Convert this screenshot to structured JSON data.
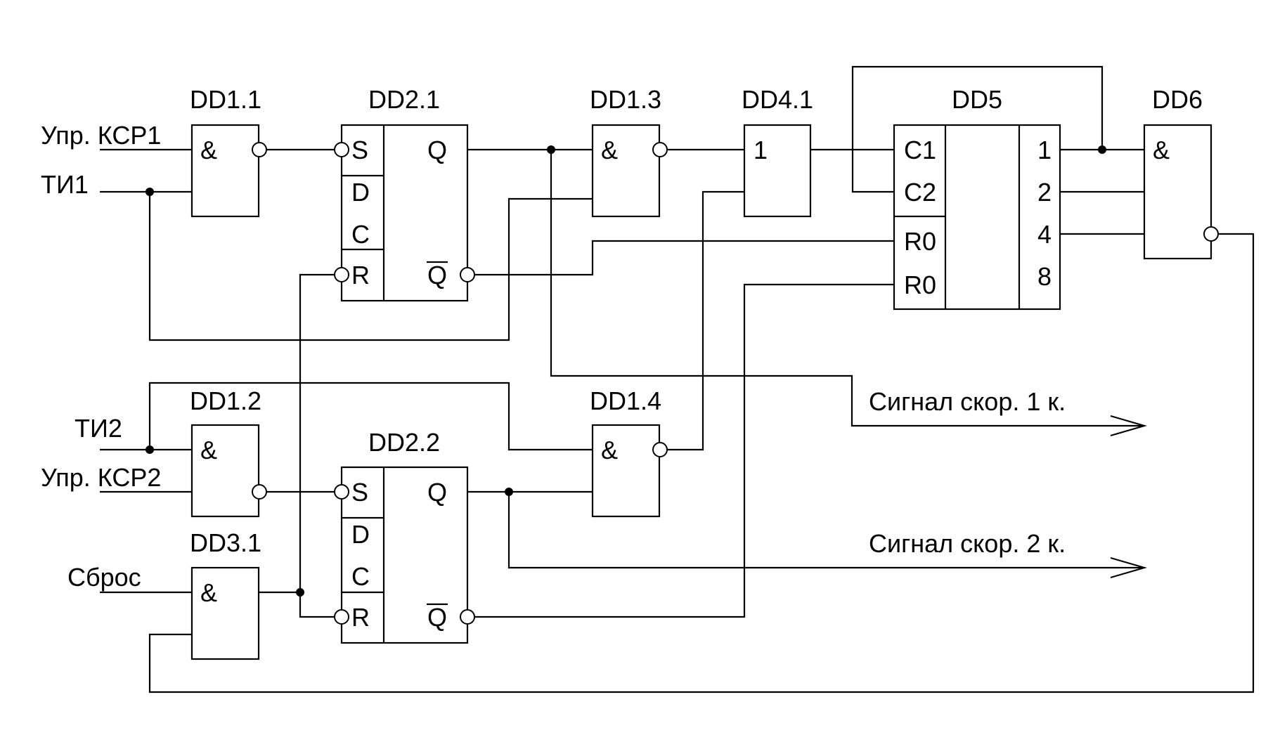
{
  "gates": {
    "dd1_1": {
      "name": "DD1.1",
      "fn": "&"
    },
    "dd1_2": {
      "name": "DD1.2",
      "fn": "&"
    },
    "dd1_3": {
      "name": "DD1.3",
      "fn": "&"
    },
    "dd1_4": {
      "name": "DD1.4",
      "fn": "&"
    },
    "dd3_1": {
      "name": "DD3.1",
      "fn": "&"
    },
    "dd4_1": {
      "name": "DD4.1",
      "fn": "1"
    },
    "dd6": {
      "name": "DD6",
      "fn": "&"
    }
  },
  "triggers": {
    "dd2_1": {
      "name": "DD2.1",
      "pins": [
        "S",
        "D",
        "C",
        "R"
      ],
      "q": "Q",
      "qbar": "Q"
    },
    "dd2_2": {
      "name": "DD2.2",
      "pins": [
        "S",
        "D",
        "C",
        "R"
      ],
      "q": "Q",
      "qbar": "Q"
    }
  },
  "counter": {
    "name": "DD5",
    "inputs": [
      "C1",
      "C2",
      "R0",
      "R0"
    ],
    "outputs": [
      "1",
      "2",
      "4",
      "8"
    ]
  },
  "inputs": {
    "upr_ksr1": "Упр. КСР1",
    "ti1": "ТИ1",
    "ti2": "ТИ2",
    "upr_ksr2": "Упр. КСР2",
    "reset": "Сброс"
  },
  "outputs": {
    "signal1": "Сигнал скор. 1 к.",
    "signal2": "Сигнал скор. 2 к."
  }
}
